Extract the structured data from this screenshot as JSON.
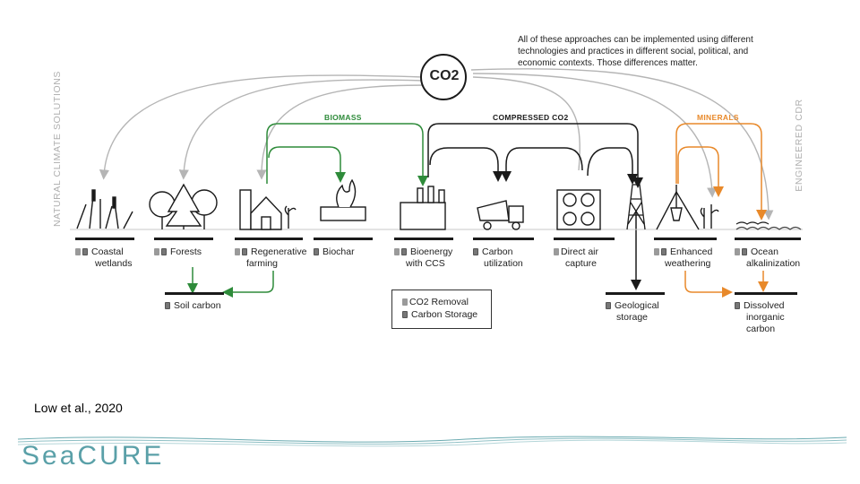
{
  "note": "All of these approaches can be implemented using different technologies and practices in different social, political, and economic contexts. Those differences matter.",
  "center_label": "CO2",
  "side_left": "NATURAL CLIMATE SOLUTIONS",
  "side_right": "ENGINEERED CDR",
  "captions": {
    "biomass": "BIOMASS",
    "compressed": "COMPRESSED CO2",
    "minerals": "MINERALS"
  },
  "approaches": [
    {
      "line1": "Coastal",
      "line2": "wetlands"
    },
    {
      "line1": "Forests",
      "line2": ""
    },
    {
      "line1": "Regenerative",
      "line2": "farming"
    },
    {
      "line1": "Biochar",
      "line2": ""
    },
    {
      "line1": "Bioenergy",
      "line2": "with CCS"
    },
    {
      "line1": "Carbon",
      "line2": "utilization"
    },
    {
      "line1": "Direct air",
      "line2": "capture"
    },
    {
      "line1": "Enhanced",
      "line2": "weathering"
    },
    {
      "line1": "Ocean",
      "line2": "alkalinization"
    }
  ],
  "sinks": {
    "soil": "Soil carbon",
    "geo1": "Geological",
    "geo2": "storage",
    "dis1": "Dissolved",
    "dis2": "inorganic",
    "dis3": "carbon"
  },
  "legend": {
    "removal": "CO2 Removal",
    "storage": "Carbon Storage"
  },
  "citation": "Low et al., 2020",
  "brand": "SeaCURE",
  "colors": {
    "biomass": "#2e8b3a",
    "minerals": "#e8892a",
    "gray": "#b5b5b5",
    "black": "#1a1a1a",
    "brand": "#5aa0a8"
  }
}
